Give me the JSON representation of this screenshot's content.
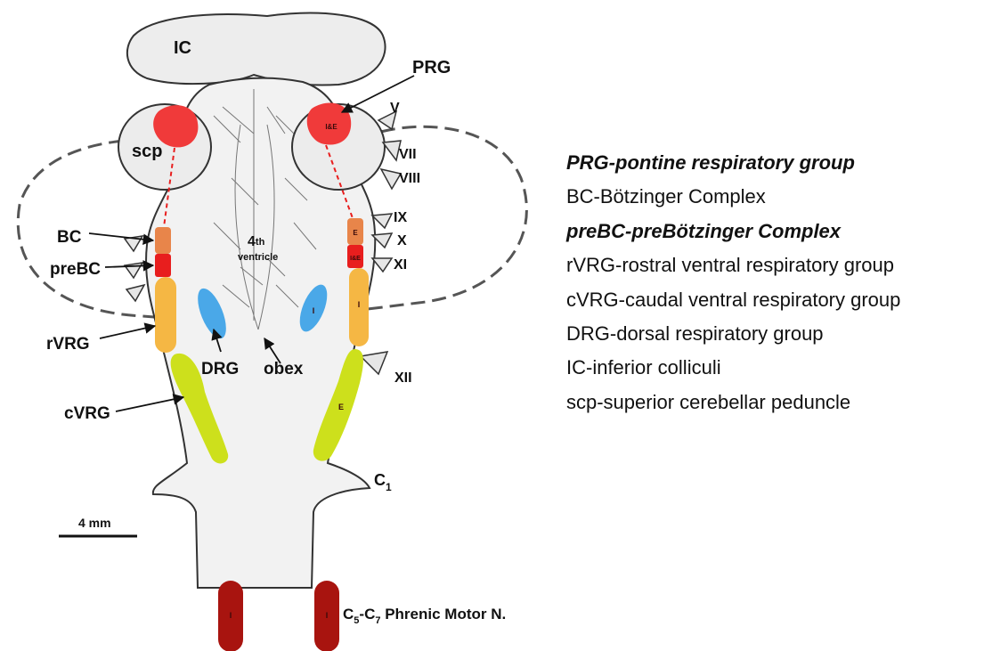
{
  "diagram": {
    "labels": {
      "ic": "IC",
      "prg": "PRG",
      "scp": "scp",
      "bc": "BC",
      "prebc": "preBC",
      "rvrg": "rVRG",
      "cvrg": "cVRG",
      "drg": "DRG",
      "obex": "obex",
      "fourth_main": "4",
      "fourth_sup": "th",
      "ventricle": "ventricle",
      "scale": "4 mm",
      "c1_main": "C",
      "c1_sub": "1",
      "phrenic_c5": "C",
      "phrenic_c5_sub": "5",
      "phrenic_dash": "-C",
      "phrenic_c7_sub": "7",
      "phrenic_text": " Phrenic Motor N."
    },
    "nerves": [
      "V",
      "VII",
      "VIII",
      "IX",
      "X",
      "XI",
      "XII"
    ],
    "marks": {
      "prg_right": "I&E",
      "bc_right": "E",
      "prebc_right": "I&E",
      "rvrg_right": "I",
      "drg_right": "I",
      "cvrg_right": "E",
      "phrenic_left": "I",
      "phrenic_right": "I"
    },
    "colors": {
      "prg": "#f03a3a",
      "bc": "#e8854a",
      "prebc": "#e81e1e",
      "rvrg": "#f5b744",
      "cvrg": "#cde01c",
      "drg": "#4aa8e8",
      "phrenic": "#a8140f"
    }
  },
  "legend": [
    {
      "text": "PRG-pontine respiratory group",
      "emphasis": true
    },
    {
      "text": "BC-Bötzinger Complex",
      "emphasis": false
    },
    {
      "text": "preBC-preBötzinger Complex",
      "emphasis": true
    },
    {
      "text": "rVRG-rostral ventral respiratory group",
      "emphasis": false
    },
    {
      "text": "cVRG-caudal ventral respiratory group",
      "emphasis": false
    },
    {
      "text": "DRG-dorsal respiratory group",
      "emphasis": false
    },
    {
      "text": "IC-inferior colliculi",
      "emphasis": false
    },
    {
      "text": "scp-superior cerebellar peduncle",
      "emphasis": false
    }
  ]
}
